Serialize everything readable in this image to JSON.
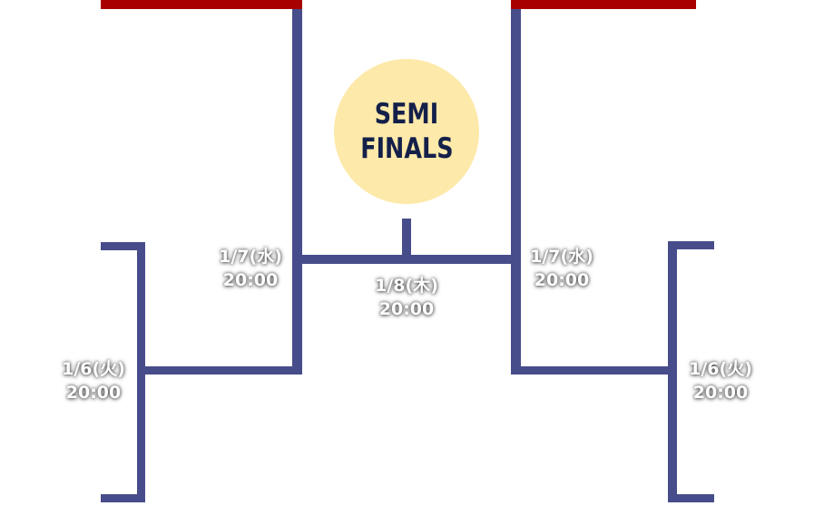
{
  "badge": {
    "line1": "SEMI",
    "line2": "FINALS"
  },
  "matches": {
    "left_round1": {
      "date": "1/6(火)",
      "time": "20:00"
    },
    "left_semi": {
      "date": "1/7(水)",
      "time": "20:00"
    },
    "final": {
      "date": "1/8(木)",
      "time": "20:00"
    },
    "right_semi": {
      "date": "1/7(水)",
      "time": "20:00"
    },
    "right_round1": {
      "date": "1/6(火)",
      "time": "20:00"
    }
  },
  "colors": {
    "bracket_line": "#474d8a",
    "top_bar": "#a80000",
    "badge_bg": "#fde9a9",
    "badge_text": "#14204a"
  }
}
